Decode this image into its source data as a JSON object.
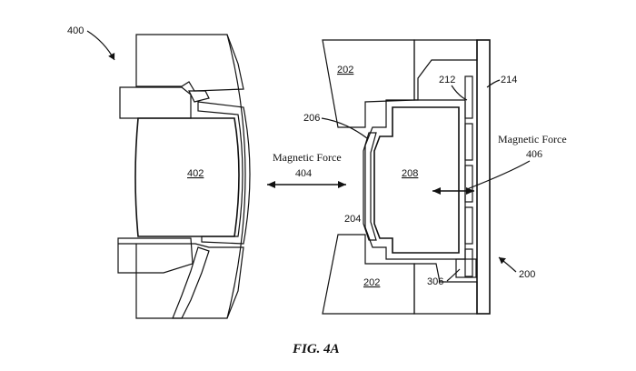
{
  "figure": {
    "caption": "FIG. 4A",
    "left_assembly": {
      "ref_assembly": "400",
      "ref_magnet": "402"
    },
    "center_arrow": {
      "label": "Magnetic Force",
      "ref": "404"
    },
    "right_assembly": {
      "ref_assembly": "200",
      "ref_top_body": "202",
      "ref_bottom_body": "202",
      "ref_gap": "204",
      "ref_shell": "206",
      "ref_magnet": "208",
      "ref_plate": "212",
      "ref_panel": "214",
      "ref_spacer": "306",
      "force_label": "Magnetic Force",
      "force_ref": "406"
    }
  }
}
